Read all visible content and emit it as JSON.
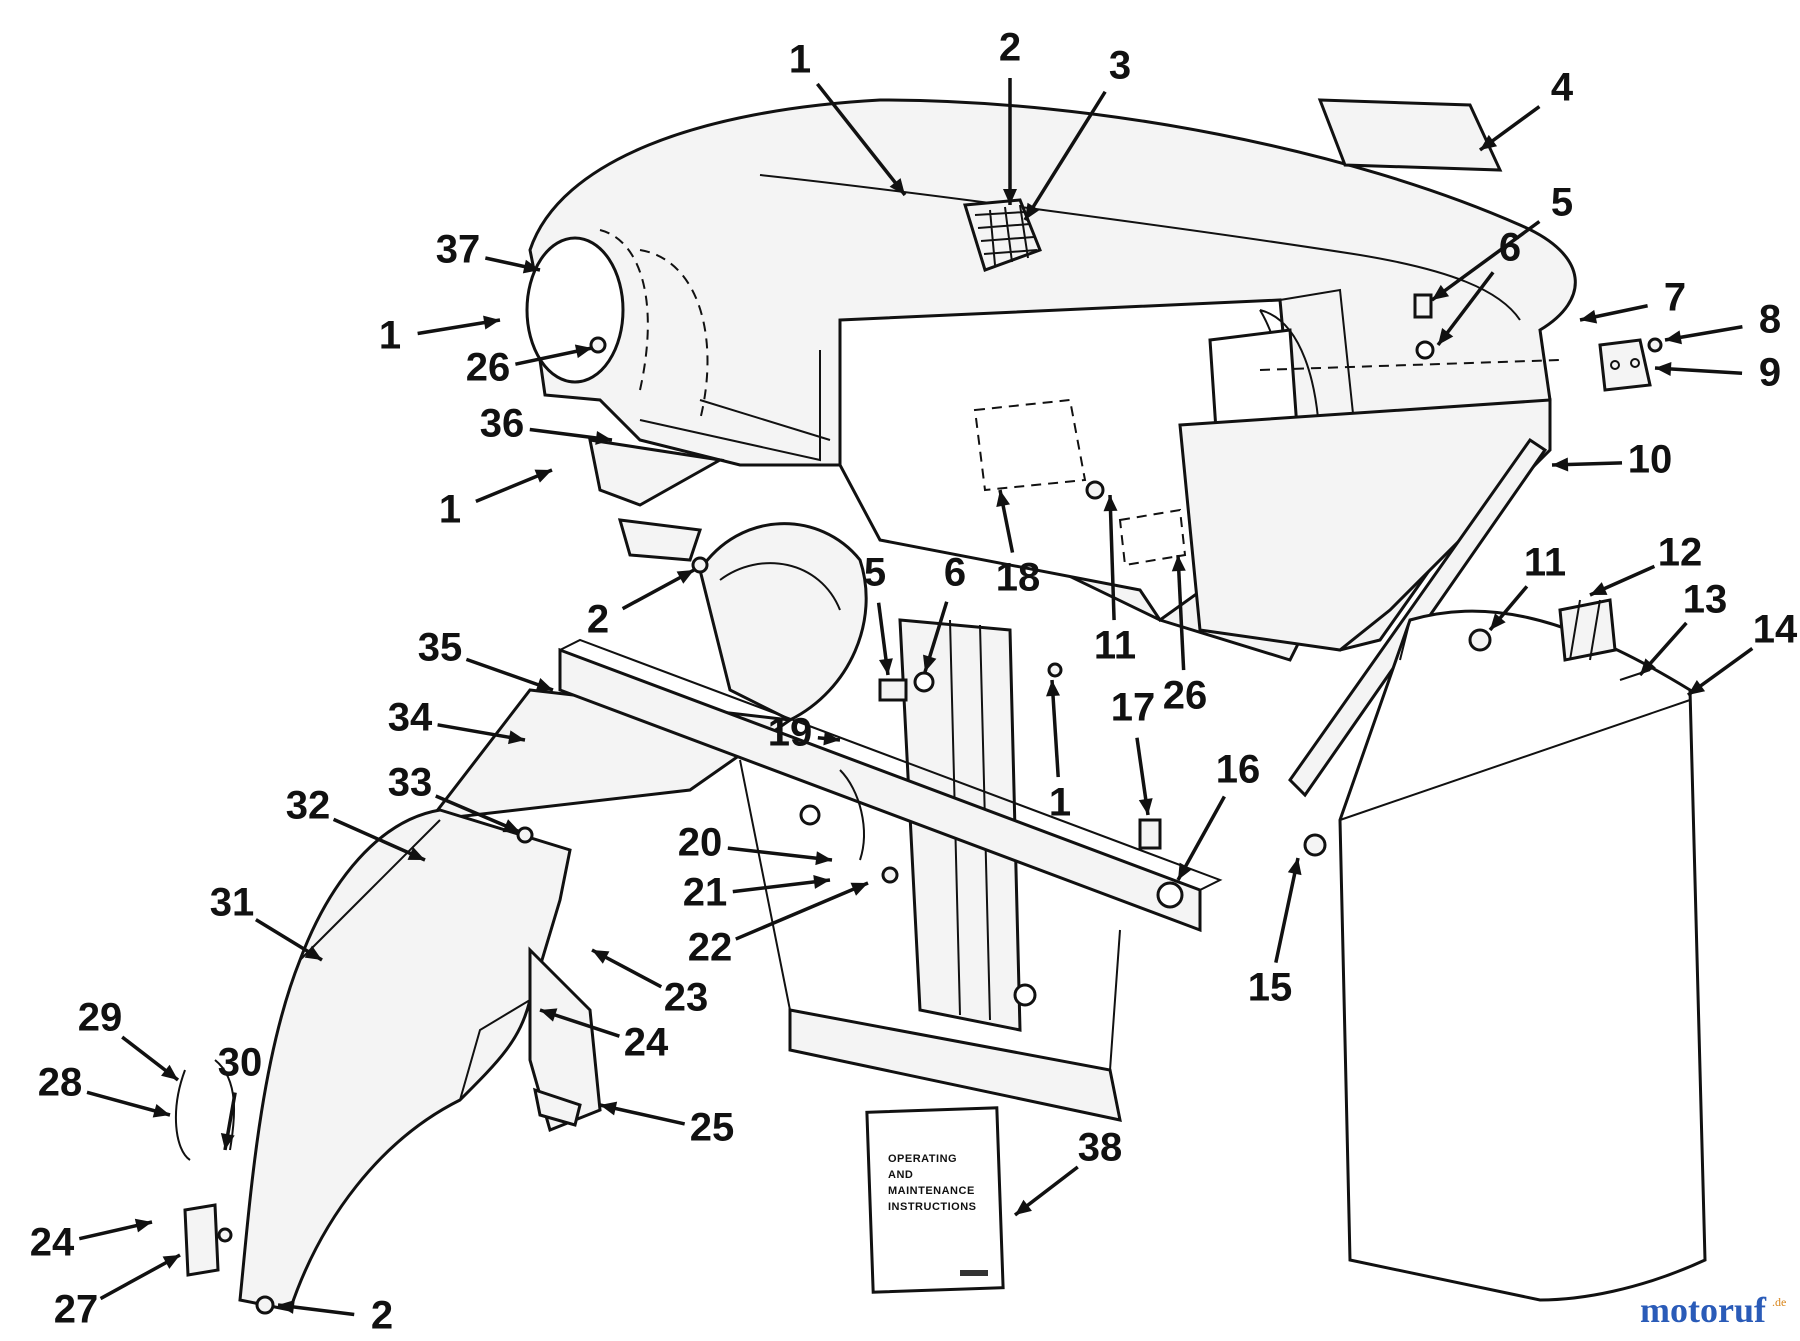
{
  "callouts": [
    {
      "id": "c1a",
      "label": "1"
    },
    {
      "id": "c2a",
      "label": "2"
    },
    {
      "id": "c3",
      "label": "3"
    },
    {
      "id": "c4",
      "label": "4"
    },
    {
      "id": "c37",
      "label": "37"
    },
    {
      "id": "c5a",
      "label": "5"
    },
    {
      "id": "c6a",
      "label": "6"
    },
    {
      "id": "c7",
      "label": "7"
    },
    {
      "id": "c8",
      "label": "8"
    },
    {
      "id": "c9",
      "label": "9"
    },
    {
      "id": "c1b",
      "label": "1"
    },
    {
      "id": "c26a",
      "label": "26"
    },
    {
      "id": "c36",
      "label": "36"
    },
    {
      "id": "c10",
      "label": "10"
    },
    {
      "id": "c1c",
      "label": "1"
    },
    {
      "id": "c18",
      "label": "18"
    },
    {
      "id": "c11a",
      "label": "11"
    },
    {
      "id": "c11b",
      "label": "11"
    },
    {
      "id": "c12",
      "label": "12"
    },
    {
      "id": "c13",
      "label": "13"
    },
    {
      "id": "c14",
      "label": "14"
    },
    {
      "id": "c2b",
      "label": "2"
    },
    {
      "id": "c5b",
      "label": "5"
    },
    {
      "id": "c6b",
      "label": "6"
    },
    {
      "id": "c26b",
      "label": "26"
    },
    {
      "id": "c35",
      "label": "35"
    },
    {
      "id": "c34",
      "label": "34"
    },
    {
      "id": "c17",
      "label": "17"
    },
    {
      "id": "c16",
      "label": "16"
    },
    {
      "id": "c19",
      "label": "19"
    },
    {
      "id": "c1d",
      "label": "1"
    },
    {
      "id": "c33",
      "label": "33"
    },
    {
      "id": "c32",
      "label": "32"
    },
    {
      "id": "c20",
      "label": "20"
    },
    {
      "id": "c21",
      "label": "21"
    },
    {
      "id": "c31",
      "label": "31"
    },
    {
      "id": "c22",
      "label": "22"
    },
    {
      "id": "c15",
      "label": "15"
    },
    {
      "id": "c23",
      "label": "23"
    },
    {
      "id": "c29",
      "label": "29"
    },
    {
      "id": "c24a",
      "label": "24"
    },
    {
      "id": "c30",
      "label": "30"
    },
    {
      "id": "c28",
      "label": "28"
    },
    {
      "id": "c25",
      "label": "25"
    },
    {
      "id": "c38",
      "label": "38"
    },
    {
      "id": "c24b",
      "label": "24"
    },
    {
      "id": "c27",
      "label": "27"
    },
    {
      "id": "c2c",
      "label": "2"
    }
  ],
  "manual": {
    "line1": "OPERATING",
    "line2": "AND",
    "line3": "MAINTENANCE",
    "line4": "INSTRUCTIONS"
  },
  "watermark": {
    "brand_part1": "mot",
    "brand_part2": "oruf",
    "tld": ".de",
    "color_brand": "#2a5bb8",
    "color_accent": "#d9861c"
  }
}
